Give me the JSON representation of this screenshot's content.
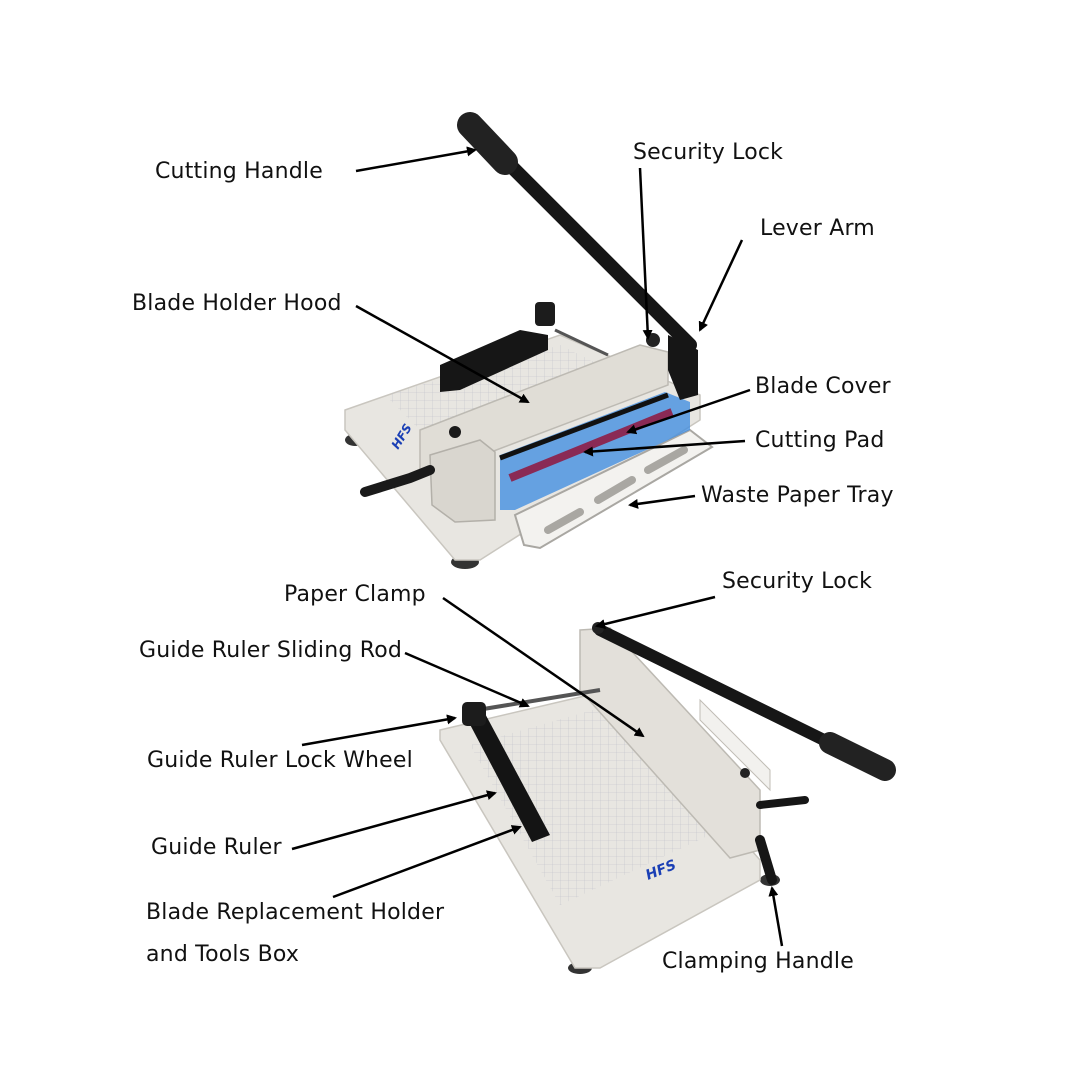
{
  "diagram": {
    "subject": "Guillotine paper cutter",
    "brand_mark": "HFS",
    "top_view": {
      "labels": [
        {
          "id": "cutting-handle",
          "text": "Cutting Handle"
        },
        {
          "id": "security-lock-top",
          "text": "Security Lock"
        },
        {
          "id": "lever-arm",
          "text": "Lever Arm"
        },
        {
          "id": "blade-holder-hood",
          "text": "Blade Holder Hood"
        },
        {
          "id": "blade-cover",
          "text": "Blade Cover"
        },
        {
          "id": "cutting-pad",
          "text": "Cutting Pad"
        },
        {
          "id": "waste-paper-tray",
          "text": "Waste Paper Tray"
        }
      ]
    },
    "bottom_view": {
      "labels": [
        {
          "id": "paper-clamp",
          "text": "Paper Clamp"
        },
        {
          "id": "security-lock-bottom",
          "text": "Security Lock"
        },
        {
          "id": "guide-ruler-sliding-rod",
          "text": "Guide Ruler Sliding Rod"
        },
        {
          "id": "guide-ruler-lock-wheel",
          "text": "Guide Ruler Lock Wheel"
        },
        {
          "id": "guide-ruler",
          "text": "Guide Ruler"
        },
        {
          "id": "blade-replacement-holder-line1",
          "text": "Blade Replacement Holder"
        },
        {
          "id": "blade-replacement-holder-line2",
          "text": "and Tools Box"
        },
        {
          "id": "clamping-handle",
          "text": "Clamping Handle"
        }
      ]
    },
    "colors": {
      "body": "#e6e4df",
      "handle": "#151515",
      "blade_cover": "#2f7fd6",
      "cutting_pad": "#8a2a55",
      "brand": "#1a3fb5",
      "arrow": "#000000"
    }
  }
}
